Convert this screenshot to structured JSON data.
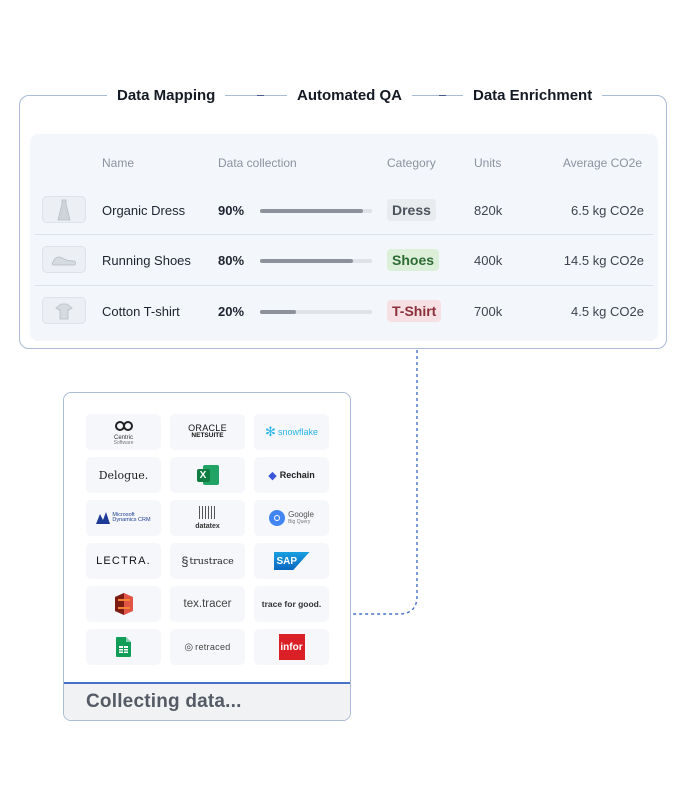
{
  "steps": [
    "Data Mapping",
    "Automated QA",
    "Data Enrichment"
  ],
  "table": {
    "headers": {
      "name": "Name",
      "collection": "Data collection",
      "category": "Category",
      "units": "Units",
      "co2": "Average CO2e"
    },
    "rows": [
      {
        "name": "Organic Dress",
        "pct": "90%",
        "progress": 0.92,
        "category": "Dress",
        "category_color": "#4b525c",
        "category_bg": "#e9ecef",
        "units": "820k",
        "co2": "6.5 kg CO2e",
        "thumb": "dress-icon"
      },
      {
        "name": "Running Shoes",
        "pct": "80%",
        "progress": 0.83,
        "category": "Shoes",
        "category_color": "#2f6b35",
        "category_bg": "#dcefd9",
        "units": "400k",
        "co2": "14.5 kg CO2e",
        "thumb": "shoe-icon"
      },
      {
        "name": "Cotton T-shirt",
        "pct": "20%",
        "progress": 0.32,
        "category": "T-Shirt",
        "category_color": "#8a2f3b",
        "category_bg": "#f6e0e3",
        "units": "700k",
        "co2": "4.5 kg CO2e",
        "thumb": "tshirt-icon"
      }
    ]
  },
  "integrations": {
    "centric": {
      "line1": "Centric",
      "line2": "Software"
    },
    "oracle": {
      "line1": "ORACLE",
      "line2": "NETSUITE"
    },
    "snowflake": "snowflake",
    "delogue": "Delogue.",
    "excel": "X",
    "rechain": "Rechain",
    "dynamics": {
      "line1": "Microsoft",
      "line2": "Dynamics CRM"
    },
    "datatex": "datatex",
    "bigquery": {
      "line1": "Google",
      "line2": "Big Query"
    },
    "lectra": "LECTRA.",
    "trustrace": "trustrace",
    "sap": "SAP",
    "textracer": "tex.tracer",
    "traceforgood": "trace for good.",
    "retraced": "retraced",
    "infor": "infor"
  },
  "status": "Collecting data...",
  "colors": {
    "accent": "#4870c6",
    "border": "#a9bbd6",
    "panel": "#f3f6fa"
  }
}
